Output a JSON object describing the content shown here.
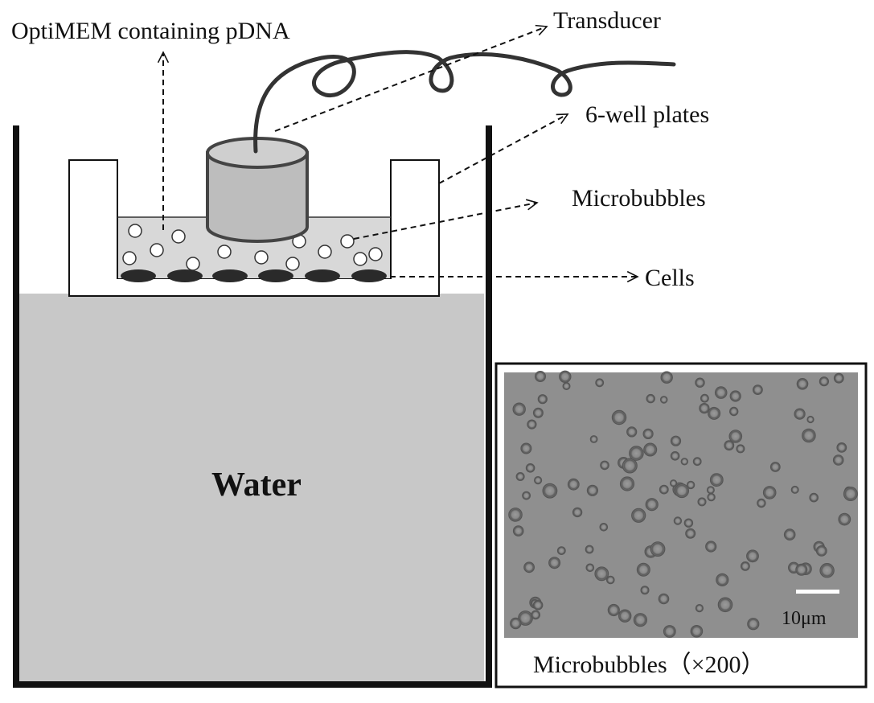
{
  "labels": {
    "medium": "OptiMEM containing  pDNA",
    "transducer": "Transducer",
    "plates": "6-well plates",
    "microbubbles": "Microbubbles",
    "cells": "Cells",
    "water": "Water"
  },
  "micrograph": {
    "caption": "Microbubbles（×200）",
    "scale_bar": "10μm"
  },
  "colors": {
    "water": "#c8c8c8",
    "medium": "#d8d8d8",
    "transducer": "#bdbdbd",
    "cells": "#2a2a2a",
    "micrograph_bg": "#8f8f8f"
  }
}
